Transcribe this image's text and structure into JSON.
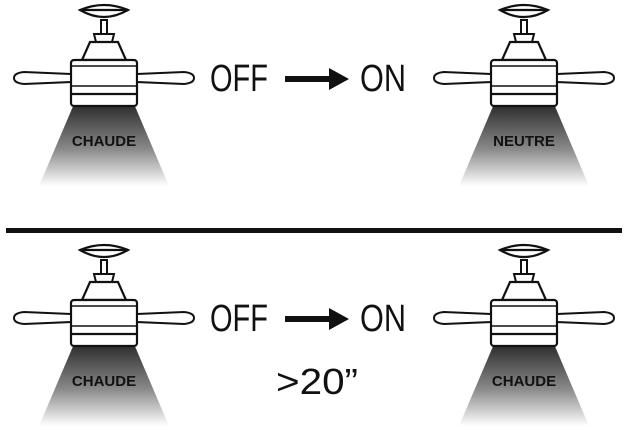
{
  "top_row": {
    "off_label": "OFF",
    "on_label": "ON",
    "left_light": "CHAUDE",
    "right_light": "NEUTRE"
  },
  "bottom_row": {
    "off_label": "OFF",
    "on_label": "ON",
    "duration": ">20”",
    "left_light": "CHAUDE",
    "right_light": "CHAUDE"
  },
  "colors": {
    "ink": "#111111",
    "light_beam_top": "#2b2b2b",
    "light_beam_bottom": "#ffffff",
    "background": "#ffffff"
  },
  "icons": [
    "ceiling-fan-icon",
    "arrow-right-icon",
    "light-beam-icon"
  ]
}
